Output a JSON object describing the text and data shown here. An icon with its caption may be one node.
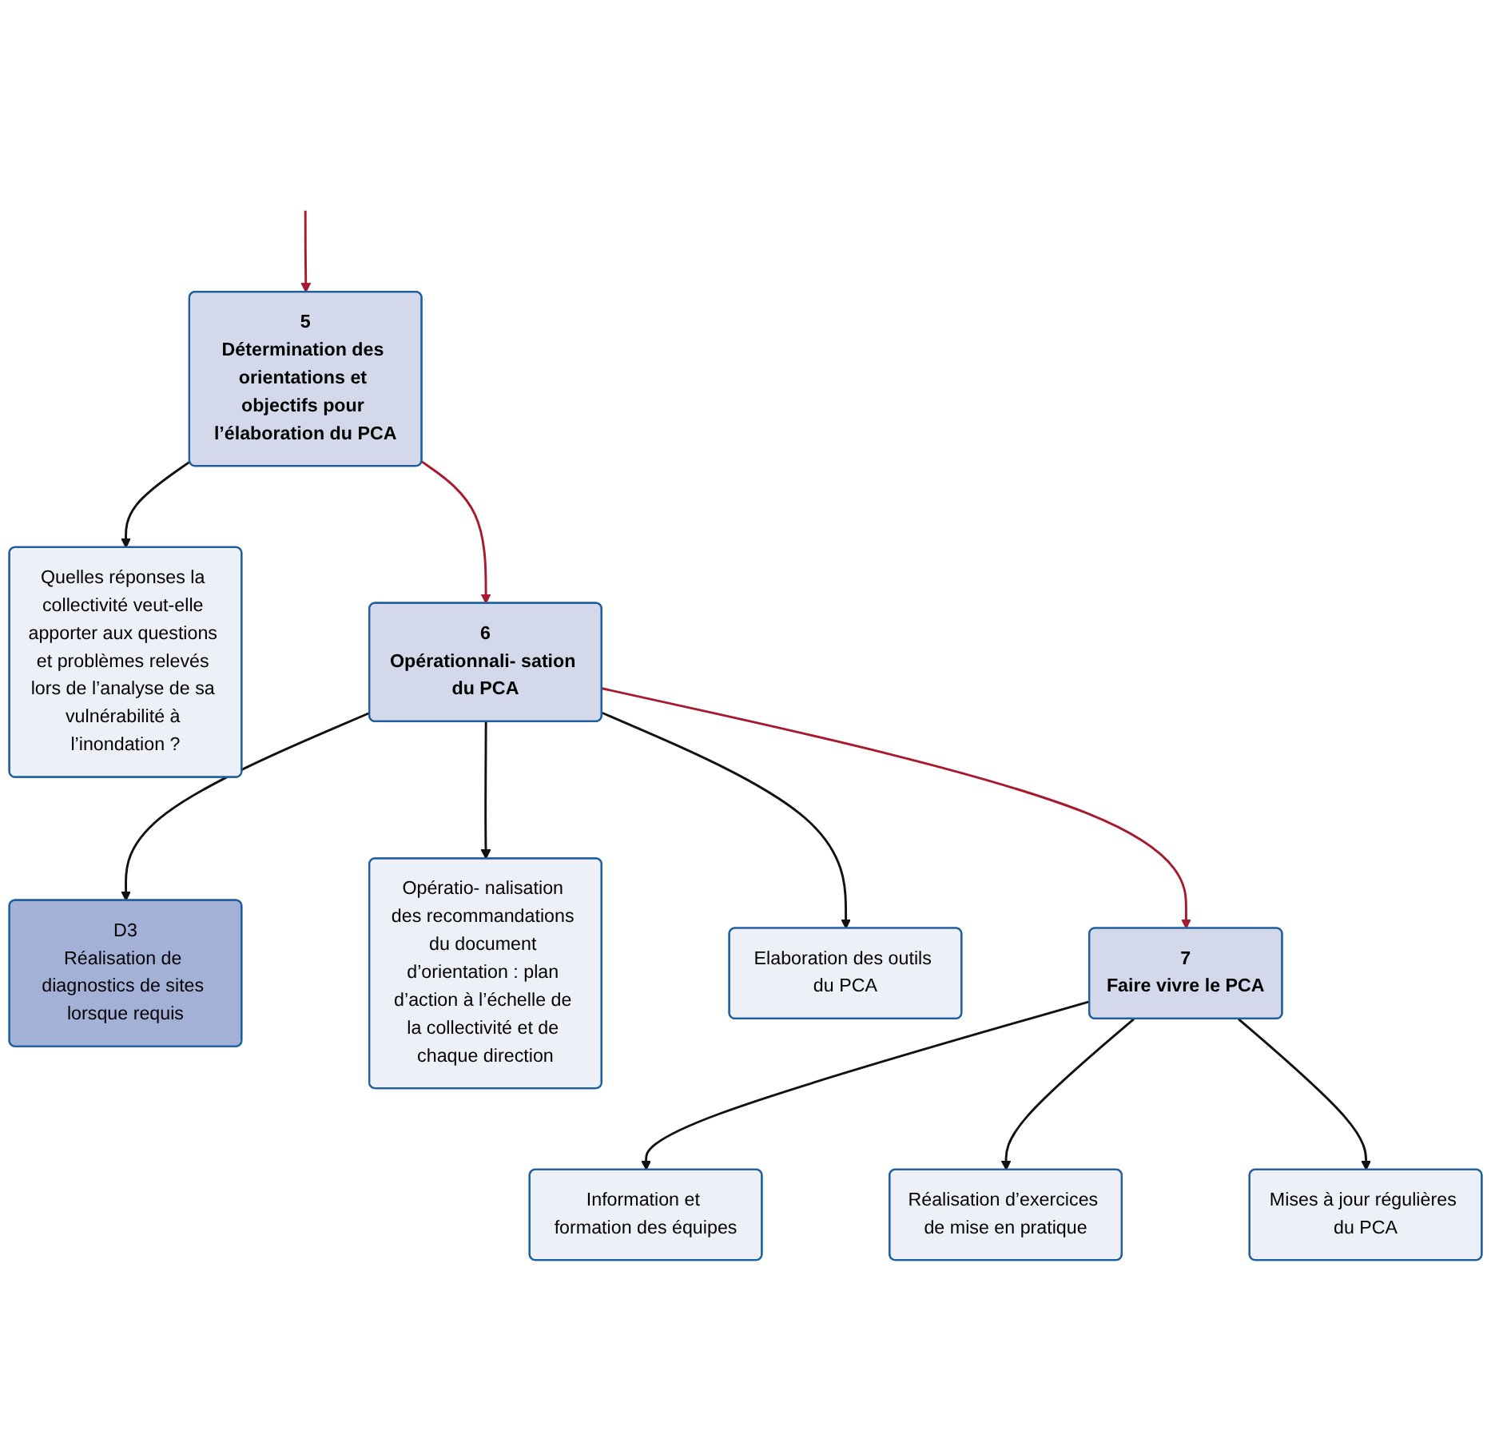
{
  "diagram": {
    "nodes": [
      {
        "text": [
          "5",
          "Détermination des orientations et objectifs pour l’élaboration du PCA"
        ]
      },
      {
        "text": [
          "Quelles réponses la collectivité veut-elle apporter aux questions et problèmes relevés lors de l’analyse de sa vulnérabilité à l’inondation ?"
        ]
      },
      {
        "text": [
          "6",
          "Opérationnali- sation du PCA"
        ]
      },
      {
        "text": [
          "D3",
          "Réalisation de diagnostics de sites lorsque requis"
        ]
      },
      {
        "text": [
          "Opératio- nalisation des recommandations du document d’orientation : plan d’action à l’échelle de la collectivité et de chaque direction"
        ]
      },
      {
        "text": [
          "Elaboration des outils du PCA"
        ]
      },
      {
        "text": [
          "7",
          "Faire vivre le PCA"
        ]
      },
      {
        "text": [
          "Information et formation des équipes"
        ]
      },
      {
        "text": [
          "Réalisation d’exercices de mise en pratique"
        ]
      },
      {
        "text": [
          "Mises à jour régulières du PCA"
        ]
      }
    ],
    "edges": [
      {
        "from": null,
        "to": 0,
        "arrow": "to",
        "color": "#a6192e"
      },
      {
        "from": 0,
        "to": 1,
        "arrow": "to"
      },
      {
        "from": 0,
        "to": 2,
        "arrow": "to",
        "color": "#a6192e"
      },
      {
        "from": 2,
        "to": 3,
        "arrow": "to"
      },
      {
        "from": 2,
        "to": 4,
        "arrow": "to"
      },
      {
        "from": 2,
        "to": 5,
        "arrow": "to"
      },
      {
        "from": 2,
        "to": 6,
        "arrow": "to",
        "color": "#a6192e"
      },
      {
        "from": 6,
        "to": 7,
        "arrow": "to"
      },
      {
        "from": 6,
        "to": 8,
        "arrow": "to"
      },
      {
        "from": 6,
        "to": 9,
        "arrow": "to"
      }
    ]
  }
}
